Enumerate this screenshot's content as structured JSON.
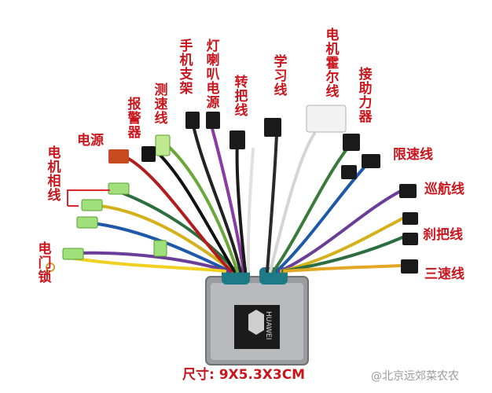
{
  "labels": {
    "motor_phase": "电机相线",
    "power": "电源",
    "alarm": "报警器",
    "speed_test": "测速线",
    "phone_holder": "手机支架",
    "light_horn_power": "灯喇叭电源",
    "throttle": "转把线",
    "learning": "学习线",
    "motor_hall": "电机霍尔线",
    "assist": "接助力器",
    "speed_limit": "限速线",
    "cruise": "巡航线",
    "brake": "刹把线",
    "three_speed": "三速线",
    "door_lock": "电门锁"
  },
  "dimensions": "尺寸: 9X5.3X3CM",
  "brand": "HUAWEI",
  "watermark": "@北京远郊菜农农",
  "colors": {
    "label_red": "#c9161d",
    "controller_silver": "#9a9ca0",
    "grommet_teal": "#1d7a86"
  }
}
